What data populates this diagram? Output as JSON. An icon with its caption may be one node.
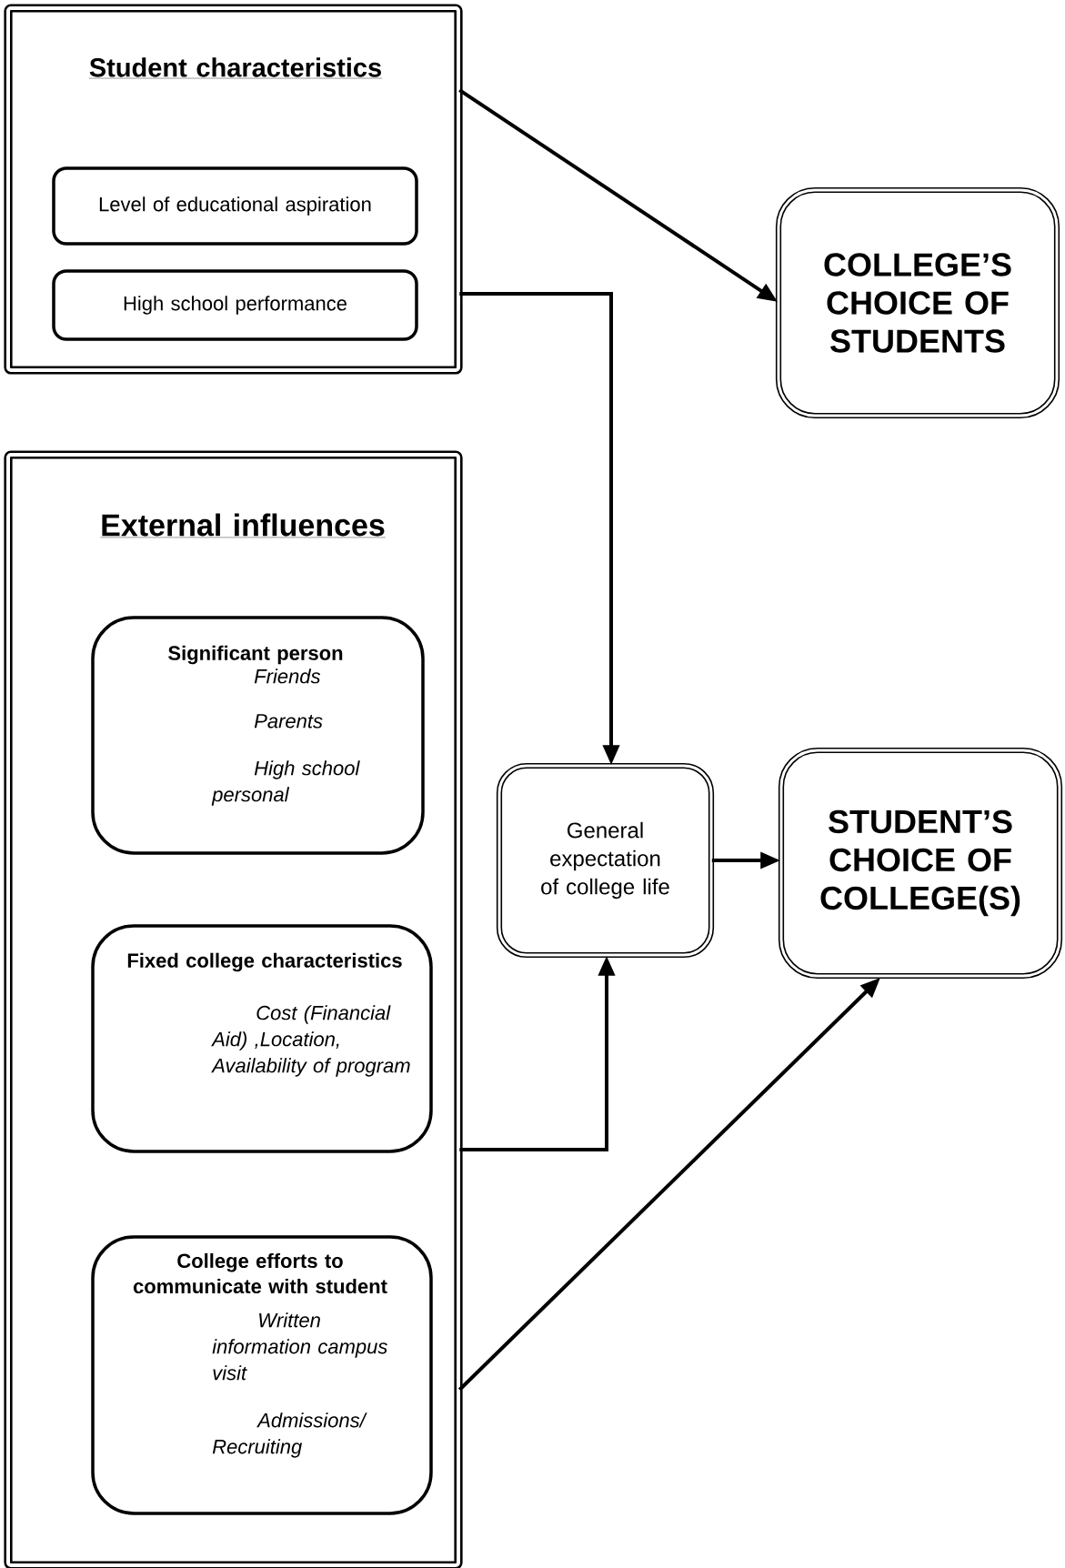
{
  "diagram": {
    "nodes": [
      {
        "text": [
          "Student characteristics"
        ]
      },
      {
        "text": [
          "Level of educational aspiration"
        ],
        "in": 0
      },
      {
        "text": [
          "High school performance"
        ],
        "in": 0
      },
      {
        "text": [
          "COLLEGE’S CHOICE OF STUDENTS"
        ]
      },
      {
        "text": [
          "External influences"
        ]
      },
      {
        "text": [
          "Significant person",
          "Friends",
          "Parents",
          "High school personal"
        ],
        "in": 4
      },
      {
        "text": [
          "Fixed college characteristics",
          "Cost (Financial Aid) ,Location, Availability of program"
        ],
        "in": 4
      },
      {
        "text": [
          "College efforts to communicate with student",
          "Written information campus visit",
          "Admissions/ Recruiting"
        ],
        "in": 4
      },
      {
        "text": [
          "General expectation of college life"
        ]
      },
      {
        "text": [
          "STUDENT’S CHOICE OF COLLEGE(S)"
        ]
      }
    ],
    "edges": [
      {
        "from": 0,
        "to": 3,
        "arrow": "to"
      },
      {
        "from": 0,
        "to": 8,
        "arrow": "to"
      },
      {
        "from": 4,
        "to": 8,
        "arrow": "to"
      },
      {
        "from": 8,
        "to": 9,
        "arrow": "to"
      },
      {
        "from": 4,
        "to": 9,
        "arrow": "to"
      }
    ]
  }
}
